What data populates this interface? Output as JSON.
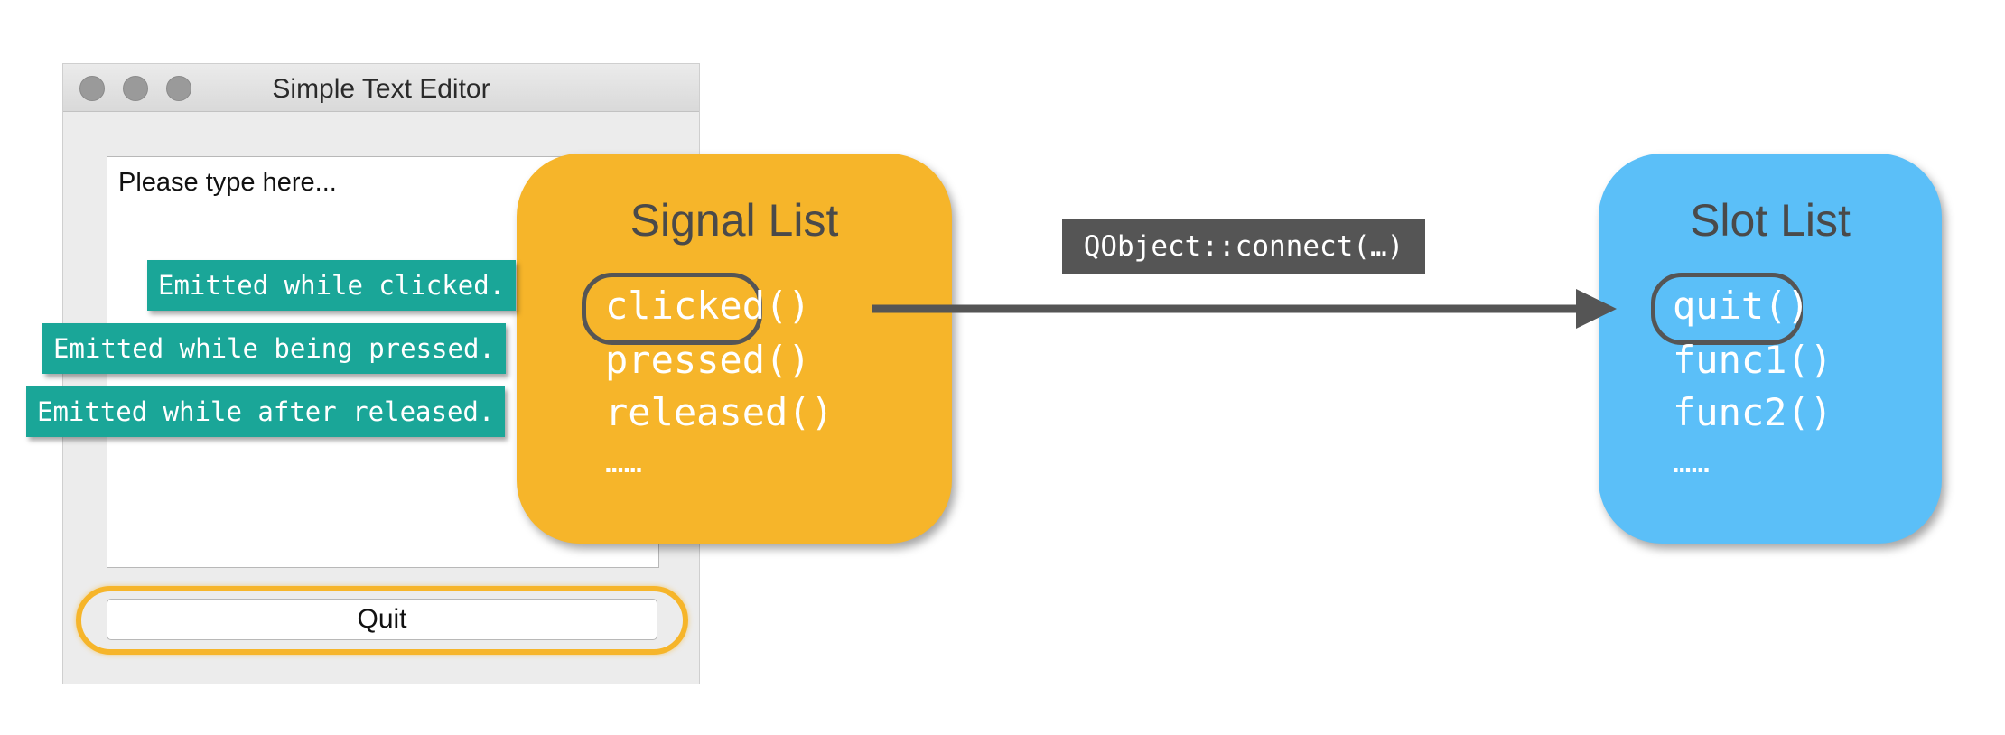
{
  "window": {
    "title": "Simple Text Editor",
    "text_edit_placeholder": "Please type here...",
    "quit_button_label": "Quit"
  },
  "tooltips": [
    "Emitted while clicked.",
    "Emitted while being pressed.",
    "Emitted while after released."
  ],
  "signal_list": {
    "title": "Signal List",
    "items": [
      "clicked()",
      "pressed()",
      "released()",
      "……"
    ],
    "highlighted": "clicked()",
    "color": "#f6b52a"
  },
  "connection": {
    "label": "QObject::connect(…)"
  },
  "slot_list": {
    "title": "Slot List",
    "items": [
      "quit()",
      "func1()",
      "func2()",
      "……"
    ],
    "highlighted": "quit()",
    "color": "#5bbff8"
  },
  "colors": {
    "tooltip": "#1aa698",
    "arrow": "#555555",
    "highlight_ring": "#555555",
    "quit_ring": "#f6b52a"
  }
}
